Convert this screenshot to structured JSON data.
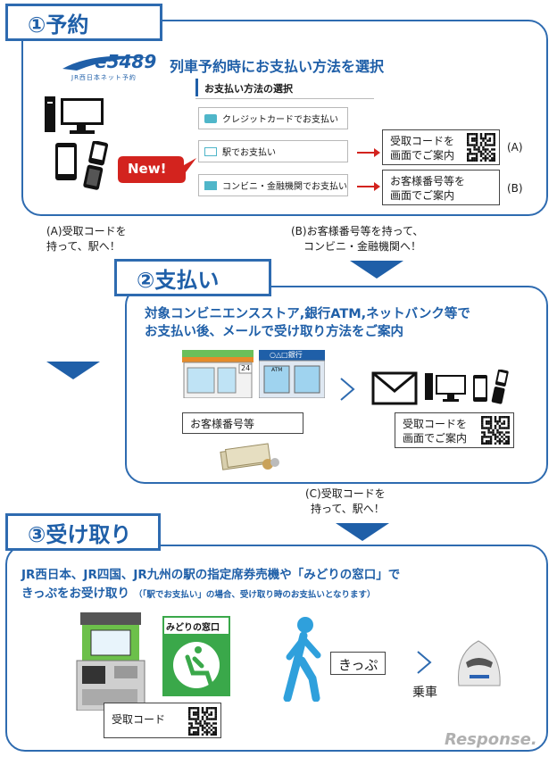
{
  "section1": {
    "tab": "①予約",
    "logo_text": "e5489",
    "logo_sub": "JR西日本ネット予約",
    "headline": "列車予約時にお支払い方法を選択",
    "panel_title": "お支払い方法の選択",
    "options": [
      "クレジットカードでお支払い",
      "駅でお支払い",
      "コンビニ・金融機関でお支払い"
    ],
    "new_badge": "New!",
    "box_a_lines": [
      "受取コードを",
      "画面でご案内"
    ],
    "box_b_lines": [
      "お客様番号等を",
      "画面でご案内"
    ],
    "label_a": "(A)",
    "label_b": "(B)"
  },
  "flow1": {
    "left_lines": [
      "(A)受取コードを",
      "持って、駅へ！"
    ],
    "right_lines": [
      "(B)お客様番号等を持って、",
      "コンビニ・金融機関へ！"
    ]
  },
  "section2": {
    "tab": "②支払い",
    "headline_lines": [
      "対象コンビニエンスストア,銀行ATM,ネットバンク等で",
      "お支払い後、メールで受け取り方法をご案内"
    ],
    "store_number": "24",
    "bank_sign": "○△□銀行",
    "atm_label": "ATM",
    "customer_number": "お客様番号等",
    "box_lines": [
      "受取コードを",
      "画面でご案内"
    ]
  },
  "flow2": {
    "lines": [
      "(C)受取コードを",
      "持って、駅へ！"
    ]
  },
  "section3": {
    "tab": "③受け取り",
    "headline_line1": "JR西日本、JR四国、JR九州の駅の指定席券売機や「みどりの窓口」で",
    "headline_line2": "きっぷをお受け取り",
    "headline_note": "（「駅でお支払い」の場合、受け取り時のお支払いとなります）",
    "midori_sign": "みどりの窓口",
    "code_label": "受取コード",
    "ticket_label": "きっぷ",
    "board_label": "乗車"
  },
  "watermark": "Response."
}
